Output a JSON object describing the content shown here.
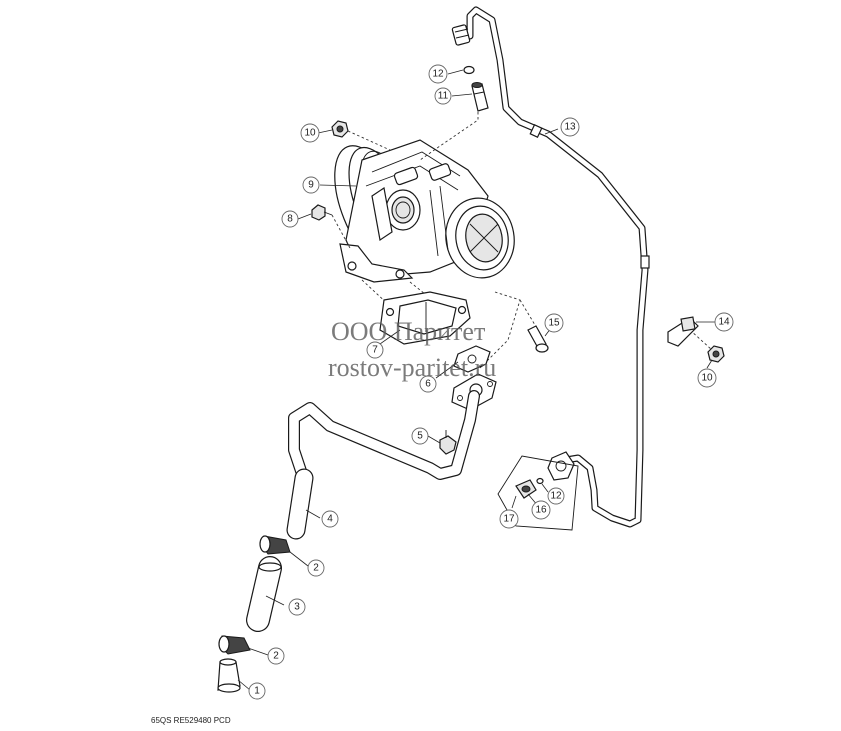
{
  "diagram": {
    "callouts": [
      {
        "id": "c1",
        "label": "1"
      },
      {
        "id": "c2a",
        "label": "2"
      },
      {
        "id": "c2b",
        "label": "2"
      },
      {
        "id": "c3",
        "label": "3"
      },
      {
        "id": "c4",
        "label": "4"
      },
      {
        "id": "c5",
        "label": "5"
      },
      {
        "id": "c6",
        "label": "6"
      },
      {
        "id": "c7",
        "label": "7"
      },
      {
        "id": "c8",
        "label": "8"
      },
      {
        "id": "c9",
        "label": "9"
      },
      {
        "id": "c10a",
        "label": "10"
      },
      {
        "id": "c10b",
        "label": "10"
      },
      {
        "id": "c11",
        "label": "11"
      },
      {
        "id": "c12a",
        "label": "12"
      },
      {
        "id": "c12b",
        "label": "12"
      },
      {
        "id": "c13",
        "label": "13"
      },
      {
        "id": "c14",
        "label": "14"
      },
      {
        "id": "c15",
        "label": "15"
      },
      {
        "id": "c16",
        "label": "16"
      },
      {
        "id": "c17",
        "label": "17"
      }
    ],
    "watermark": {
      "line1": "ООО Паритет",
      "line2": "rostov-paritet.ru"
    },
    "footer_code": "65QS  RE529480  PCD"
  }
}
